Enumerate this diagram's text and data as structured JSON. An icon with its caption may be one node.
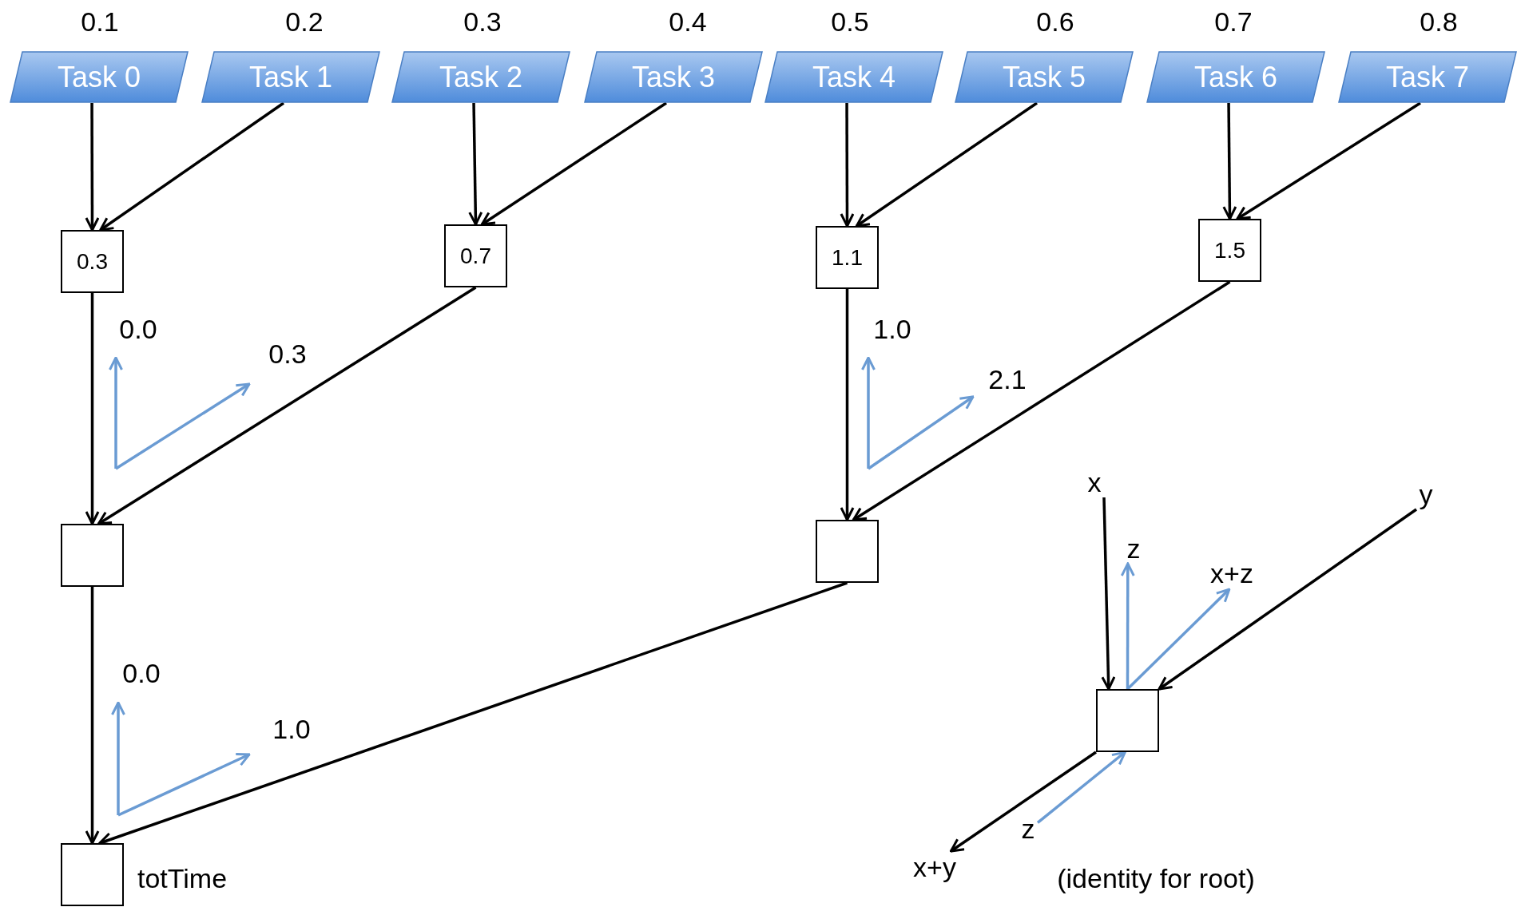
{
  "diagram": {
    "nodes": [
      {
        "text": [
          "Task 0"
        ],
        "beside": [
          "0.1"
        ]
      },
      {
        "text": [
          "Task 1"
        ],
        "beside": [
          "0.2"
        ]
      },
      {
        "text": [
          "Task 2"
        ],
        "beside": [
          "0.3"
        ]
      },
      {
        "text": [
          "Task 3"
        ],
        "beside": [
          "0.4"
        ]
      },
      {
        "text": [
          "Task 4"
        ],
        "beside": [
          "0.5"
        ]
      },
      {
        "text": [
          "Task 5"
        ],
        "beside": [
          "0.6"
        ]
      },
      {
        "text": [
          "Task 6"
        ],
        "beside": [
          "0.7"
        ]
      },
      {
        "text": [
          "Task 7"
        ],
        "beside": [
          "0.8"
        ]
      },
      {
        "text": [
          "0.3"
        ]
      },
      {
        "text": [
          "0.7"
        ]
      },
      {
        "text": [
          "1.1"
        ]
      },
      {
        "text": [
          "1.5"
        ]
      },
      {
        "text": [],
        "shape": "box"
      },
      {
        "text": [],
        "shape": "box"
      },
      {
        "text": [],
        "shape": "box",
        "beside": [
          "totTime"
        ]
      },
      {
        "text": [],
        "shape": "box"
      },
      {
        "text": [
          "x"
        ]
      },
      {
        "text": [
          "y"
        ]
      },
      {
        "text": [
          "x+y"
        ]
      },
      {
        "text": [
          "z"
        ]
      },
      {
        "text": [
          "x+z"
        ]
      },
      {
        "text": [
          "z"
        ]
      }
    ],
    "edges": [
      {
        "from": 0,
        "to": 8,
        "arrow": "to"
      },
      {
        "from": 1,
        "to": 8,
        "arrow": "to"
      },
      {
        "from": 2,
        "to": 9,
        "arrow": "to"
      },
      {
        "from": 3,
        "to": 9,
        "arrow": "to"
      },
      {
        "from": 4,
        "to": 10,
        "arrow": "to"
      },
      {
        "from": 5,
        "to": 10,
        "arrow": "to"
      },
      {
        "from": 6,
        "to": 11,
        "arrow": "to"
      },
      {
        "from": 7,
        "to": 11,
        "arrow": "to"
      },
      {
        "from": 8,
        "to": 12,
        "arrow": "to"
      },
      {
        "from": 9,
        "to": 12,
        "arrow": "to"
      },
      {
        "from": 10,
        "to": 13,
        "arrow": "to"
      },
      {
        "from": 11,
        "to": 13,
        "arrow": "to"
      },
      {
        "from": 12,
        "to": 14,
        "arrow": "to"
      },
      {
        "from": 13,
        "to": 14,
        "arrow": "to"
      },
      {
        "from": 16,
        "to": 15,
        "arrow": "to"
      },
      {
        "from": 17,
        "to": 15,
        "arrow": "to"
      },
      {
        "from": 15,
        "to": 18,
        "arrow": "to"
      },
      {
        "from": 21,
        "to": 15,
        "arrow": "to",
        "color": "#6a9bd3"
      },
      {
        "from": 15,
        "to": 19,
        "arrow": "to",
        "color": "#6a9bd3"
      },
      {
        "from": 15,
        "to": 20,
        "arrow": "to",
        "color": "#6a9bd3"
      }
    ],
    "labels": [
      "0.0",
      "0.3",
      "1.0",
      "2.1",
      "0.0",
      "1.0",
      "(identity for root)"
    ]
  }
}
